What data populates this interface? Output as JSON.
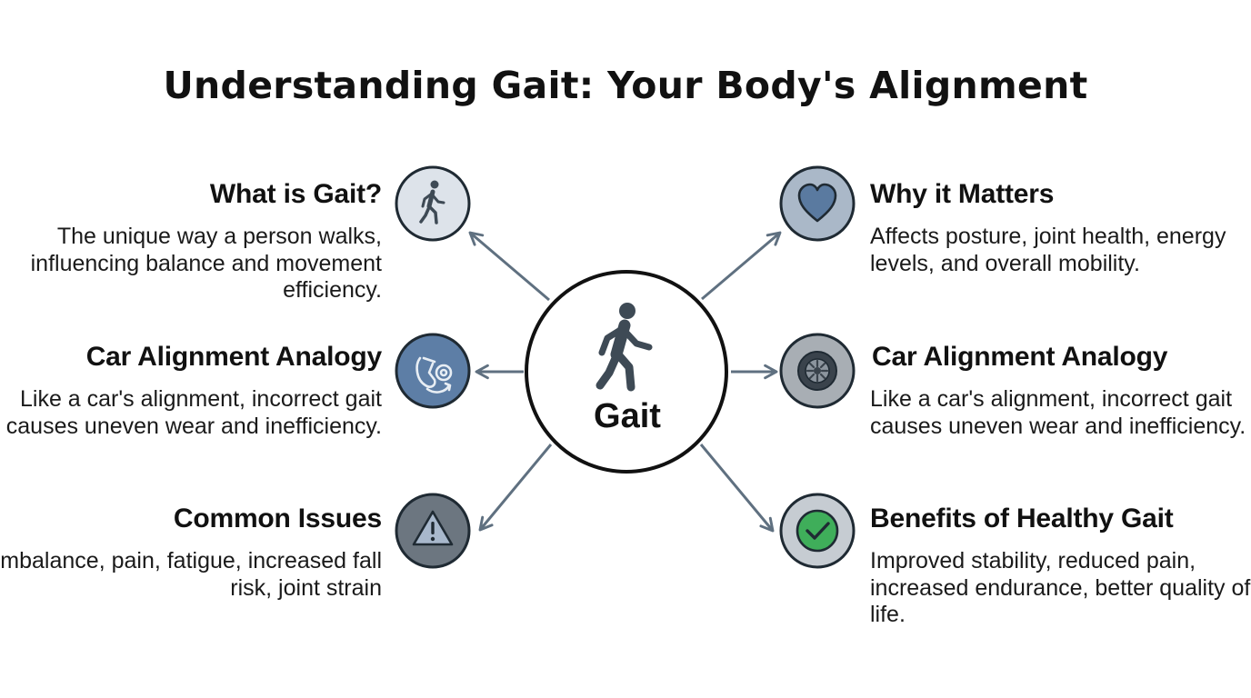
{
  "title": "Understanding Gait: Your Body's Alignment",
  "center": {
    "label": "Gait",
    "icon": "walking-person-icon"
  },
  "left_items": [
    {
      "title": "What is Gait?",
      "description": "The unique way a person walks, influencing balance and movement efficiency.",
      "icon": "walking-person-icon",
      "icon_bg": "#dde3ea"
    },
    {
      "title": "Car Alignment Analogy",
      "description": "Like a car's alignment, incorrect gait causes uneven wear and inefficiency.",
      "icon": "foot-alignment-icon",
      "icon_bg": "#5d7ea6"
    },
    {
      "title": "Common Issues",
      "description": "Imbalance, pain, fatigue, increased fall risk, joint strain",
      "icon": "warning-icon",
      "icon_bg": "#6c7680"
    }
  ],
  "right_items": [
    {
      "title": "Why it Matters",
      "description": "Affects posture, joint health, energy levels, and overall mobility.",
      "icon": "heart-icon",
      "icon_bg": "#aab8c8"
    },
    {
      "title": "Car Alignment Analogy",
      "description": "Like a car's alignment, incorrect gait causes uneven wear and inefficiency.",
      "icon": "tire-icon",
      "icon_bg": "#a8aeb4"
    },
    {
      "title": "Benefits of Healthy Gait",
      "description": "Improved stability, reduced pain, increased endurance, better quality of life.",
      "icon": "checkmark-icon",
      "icon_bg": "#c6ccd2"
    }
  ],
  "colors": {
    "arrow": "#5f7080",
    "outline": "#1f2a33",
    "icon_glyph": "#3e4a55",
    "check_green": "#3fae5a",
    "heart_fill": "#5a7aa0"
  }
}
